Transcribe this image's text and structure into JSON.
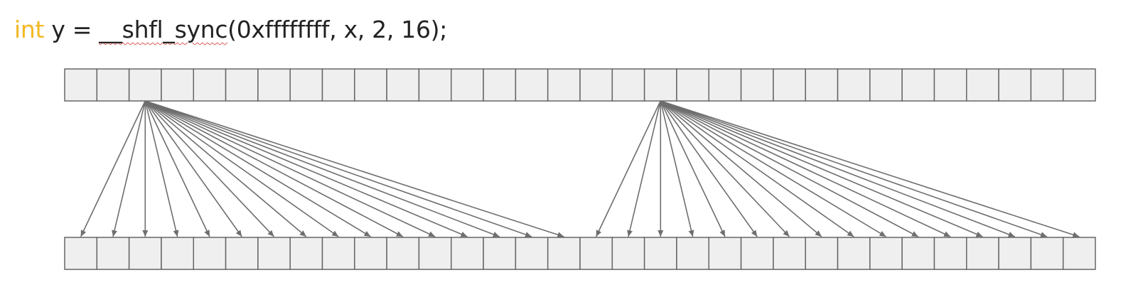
{
  "code": {
    "keyword": "int",
    "before_call": " y = ",
    "function_name": "__shfl_sync",
    "arguments": "(0xffffffff, x, 2, 16);",
    "keyword_color": "#f2b823",
    "text_color": "#222222"
  },
  "diagram": {
    "warp_size": 32,
    "width": 16,
    "src_lane": 2,
    "cell_fill": "#efefef",
    "cell_stroke": "#666666",
    "arrow_color": "#6e6e6e"
  }
}
